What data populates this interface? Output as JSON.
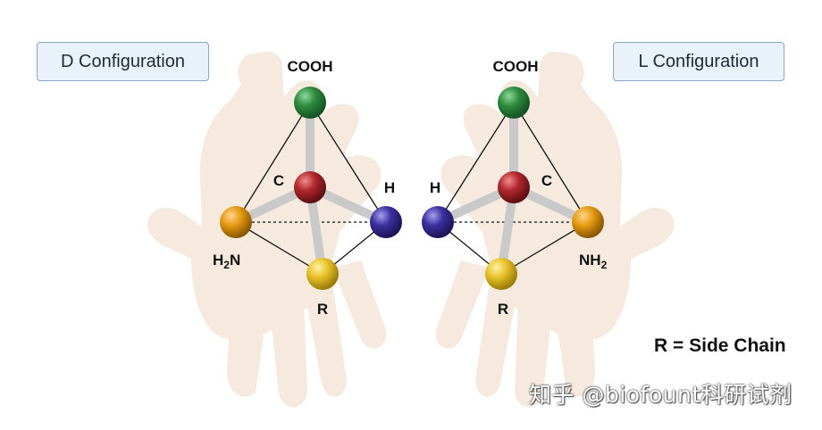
{
  "left_panel": {
    "title": "D Configuration",
    "top_label": "COOH",
    "center_label": "C",
    "right_label": "H",
    "left_label_main": "H",
    "left_label_sub": "2",
    "left_label_tail": "N",
    "bottom_label": "R"
  },
  "right_panel": {
    "title": "L Configuration",
    "top_label": "COOH",
    "center_label": "C",
    "left_label": "H",
    "right_label_main": "NH",
    "right_label_sub": "2",
    "bottom_label": "R"
  },
  "legend": "R = Side Chain",
  "watermark": "知乎 @biofount科研试剂",
  "colors": {
    "cooh": "#2e8b3e",
    "center": "#b0272c",
    "hydrogen": "#3b2f9e",
    "amino": "#e59a12",
    "side_chain": "#e8c12a",
    "bond": "#c9c9c9",
    "hand": "#f5e6d8"
  }
}
